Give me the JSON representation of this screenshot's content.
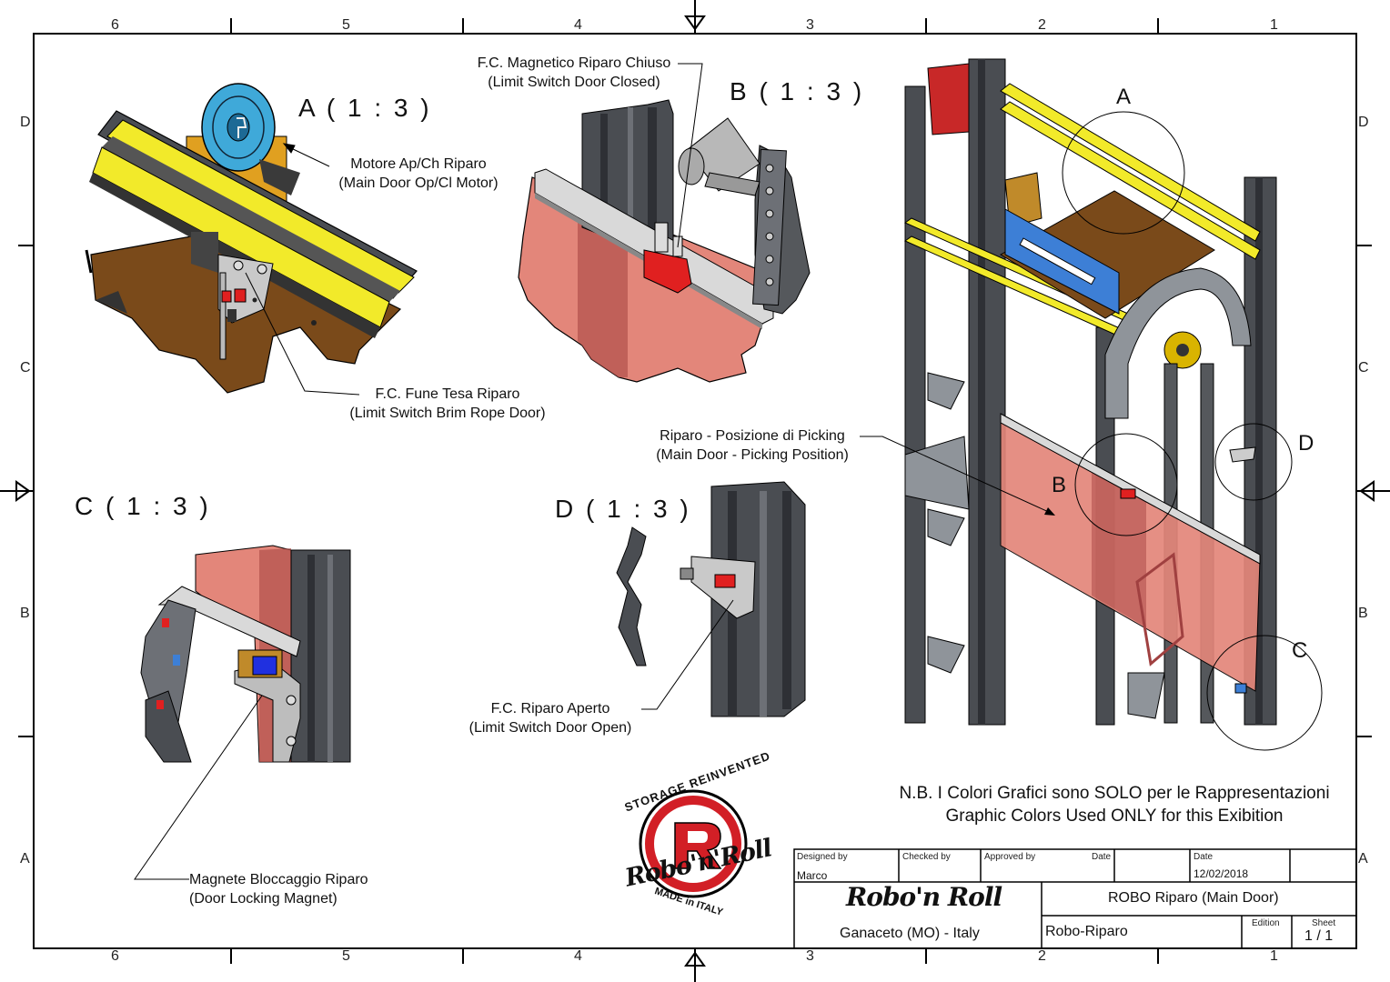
{
  "border": {
    "top_numbers": [
      "6",
      "5",
      "4",
      "3",
      "2",
      "1"
    ],
    "bottom_numbers": [
      "6",
      "5",
      "4",
      "3",
      "2",
      "1"
    ],
    "left_letters": [
      "D",
      "C",
      "B",
      "A"
    ],
    "right_letters": [
      "D",
      "C",
      "B",
      "A"
    ]
  },
  "details": {
    "a_title": "A ( 1 : 3 )",
    "b_title": "B ( 1 : 3 )",
    "c_title": "C ( 1 : 3 )",
    "d_title": "D ( 1 : 3 )"
  },
  "callouts": {
    "motor_it": "Motore Ap/Ch Riparo",
    "motor_en": "(Main Door Op/Cl Motor)",
    "rope_it": "F.C. Fune Tesa Riparo",
    "rope_en": "(Limit Switch Brim Rope Door)",
    "closed_it": "F.C. Magnetico Riparo Chiuso",
    "closed_en": "(Limit Switch Door Closed)",
    "picking_it": "Riparo - Posizione di Picking",
    "picking_en": "(Main Door - Picking Position)",
    "open_it": "F.C. Riparo Aperto",
    "open_en": "(Limit Switch Door Open)",
    "magnet_it": "Magnete Bloccaggio Riparo",
    "magnet_en": "(Door Locking Magnet)"
  },
  "main_view": {
    "ref_a": "A",
    "ref_b": "B",
    "ref_c": "C",
    "ref_d": "D"
  },
  "note": {
    "line1": "N.B. I Colori Grafici sono SOLO per le Rappresentazioni",
    "line2": "Graphic Colors Used ONLY for this Exibition"
  },
  "logo": {
    "ring_top": "STORAGE REINVENTED",
    "ring_bottom": "MADE in ITALY",
    "brand": "Robo'n'Roll"
  },
  "title_block": {
    "designed_by_label": "Designed by",
    "designed_by": "Marco",
    "checked_by_label": "Checked by",
    "approved_by_label": "Approved by",
    "date_label_1": "Date",
    "date_label_2": "Date",
    "date": "12/02/2018",
    "company": "Robo'n Roll",
    "location": "Ganaceto (MO) - Italy",
    "title": "ROBO Riparo (Main Door)",
    "part": "Robo-Riparo",
    "edition_label": "Edition",
    "sheet_label": "Sheet",
    "sheet": "1 / 1"
  },
  "colors": {
    "door_glass": "#e3867a",
    "door_dark": "#b0504c",
    "profile": "#4a4d52",
    "profile_light": "#6d7076",
    "yellow": "#f2ea2a",
    "brown": "#7a4a1a",
    "blue_motor": "#3fa9d9",
    "red_switch": "#e02020",
    "board_blue": "#3d7fd6"
  }
}
